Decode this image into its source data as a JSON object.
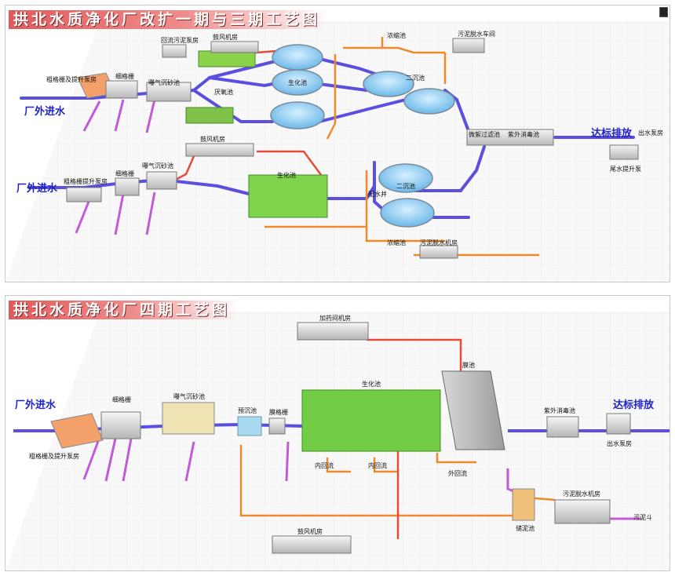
{
  "panel1": {
    "title": "拱北水质净化厂改扩一期与三期工艺图",
    "inflow_a": "厂外进水",
    "inflow_b": "厂外进水",
    "outflow": "达标排放",
    "labels": {
      "coarse_screen": "粗格栅及提升泵房",
      "fine_screen": "细格栅",
      "grit": "曝气沉砂池",
      "sludge_pump": "回流污泥泵房",
      "blower": "鼓风机房",
      "anoxic": "厌氧池",
      "bio": "生化池",
      "sec_clar": "二沉池",
      "concentrate": "浓缩池",
      "dewater_top": "污泥脱水车间",
      "filter": "微絮过滤池",
      "uv": "紫外消毒池",
      "outfall": "出水泵房",
      "tail_pump": "尾水提升泵",
      "blower2": "鼓风机房",
      "grit2": "曝气沉砂池",
      "coarse2": "粗格栅提升泵房",
      "fine2": "细格栅",
      "bio2": "生化池",
      "sec2": "二沉池",
      "distrib": "配水井",
      "conc2": "浓缩池",
      "dewater2": "污泥脱水机房"
    }
  },
  "panel2": {
    "title": "拱北水质净化厂四期工艺图",
    "inflow": "厂外进水",
    "outflow": "达标排放",
    "labels": {
      "dosing": "加药间机房",
      "coarse": "粗格栅及提升泵房",
      "fine": "细格栅",
      "grit": "曝气沉砂池",
      "pre": "预沉池",
      "fine2": "膜格栅",
      "bio": "生化池",
      "membrane": "膜池",
      "uv": "紫外消毒池",
      "outfall": "出水泵房",
      "inner1": "内回流",
      "inner2": "内回流",
      "outer": "外回流",
      "dewater": "污泥脱水机房",
      "sludge_out": "污泥斗",
      "conc": "储泥池",
      "blower": "鼓风机房"
    }
  },
  "colors": {
    "water": "#5b4fe0",
    "sludge": "#ef8a2c",
    "air": "#e84a3a",
    "drain": "#c35bd8",
    "grid": "#e1e1e1"
  }
}
